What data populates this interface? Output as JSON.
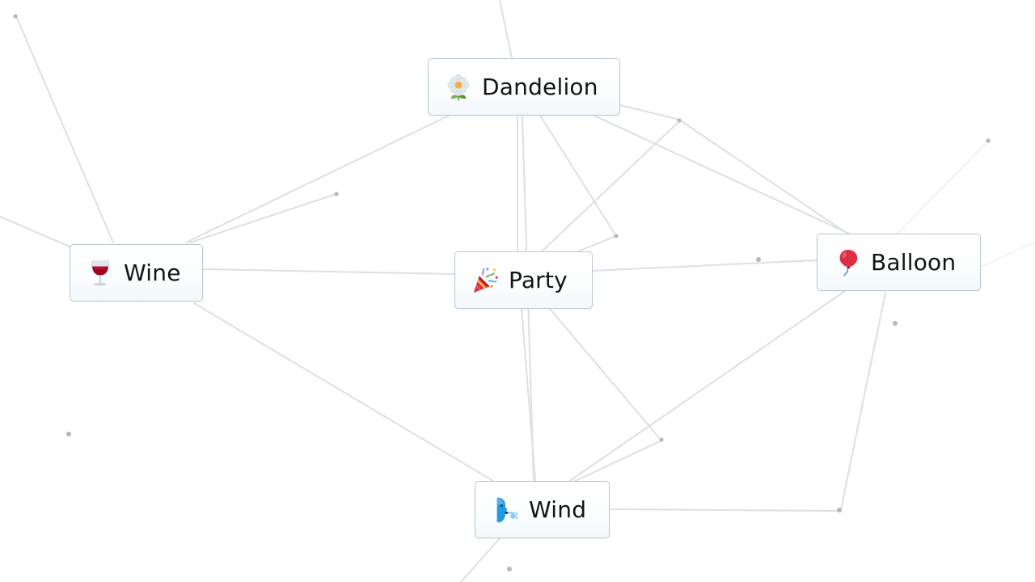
{
  "canvas": {
    "background": "#ffffff",
    "link_color": "#d9dde1",
    "dot_color": "#b5b8bb"
  },
  "nodes": [
    {
      "id": "dandelion",
      "label": "Dandelion",
      "emoji": "dandelion-icon"
    },
    {
      "id": "wine",
      "label": "Wine",
      "emoji": "wine-glass-icon"
    },
    {
      "id": "party",
      "label": "Party",
      "emoji": "party-popper-icon"
    },
    {
      "id": "balloon",
      "label": "Balloon",
      "emoji": "balloon-icon"
    },
    {
      "id": "wind",
      "label": "Wind",
      "emoji": "wind-face-icon"
    }
  ]
}
